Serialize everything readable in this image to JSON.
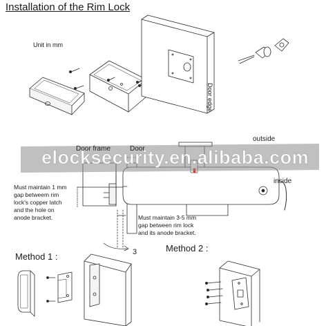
{
  "title": "Installation of the Rim Lock",
  "unit_note": "Unit in mm",
  "door_edge_label": "Door edge",
  "outside_label": "outside",
  "inside_label": "inside",
  "door_frame_label": "Door frame",
  "door_label": "Door",
  "note_copper_latch": "Must maintain 1 mm\ngap betweem rim\nlock's copper latch\nand the hole on\nanode bracket.",
  "note_anode_gap": "Must maintain 3-5 mm\ngap between rim lock\nand its anode bracket.",
  "dimension_3": "3",
  "method1_label": "Method 1 :",
  "method2_label": "Method 2 :",
  "watermark": "elocksecurity.en.alibaba.com"
}
